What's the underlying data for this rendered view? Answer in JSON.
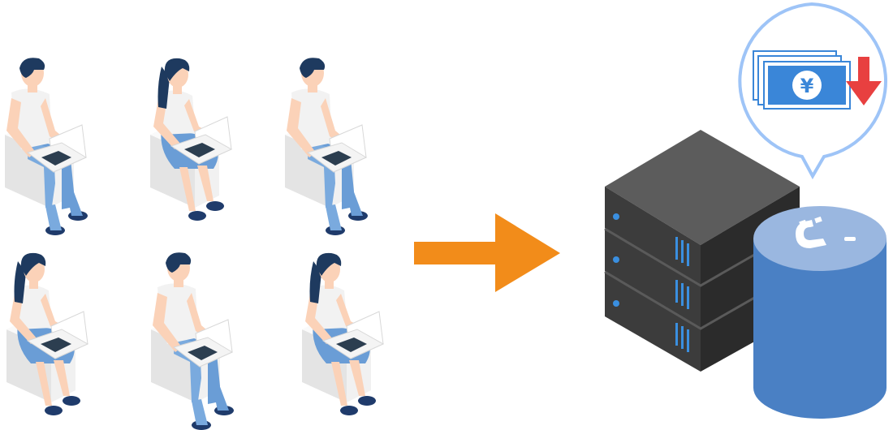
{
  "diagram": {
    "users": [
      {
        "id": "user-1",
        "kind": "man"
      },
      {
        "id": "user-2",
        "kind": "woman"
      },
      {
        "id": "user-3",
        "kind": "man"
      },
      {
        "id": "user-4",
        "kind": "woman"
      },
      {
        "id": "user-5",
        "kind": "man"
      },
      {
        "id": "user-6",
        "kind": "woman"
      }
    ],
    "arrow": {
      "icon": "arrow-right-icon",
      "color": "#f28c1a"
    },
    "server": {
      "icon": "server-rack-icon",
      "units": 3,
      "body_color": "#3c3c3c",
      "top_color": "#5c5c5c",
      "led_color": "#3a8fe0"
    },
    "database": {
      "icon": "database-magnet-icon",
      "color": "#4a80c4",
      "top_color": "#9ab7e0"
    },
    "bubble": {
      "icon": "cost-down-icon",
      "symbol": "¥",
      "border_color": "#9ec4f7",
      "bill_color": "#3a86d8",
      "down_arrow_color": "#e84040"
    }
  }
}
